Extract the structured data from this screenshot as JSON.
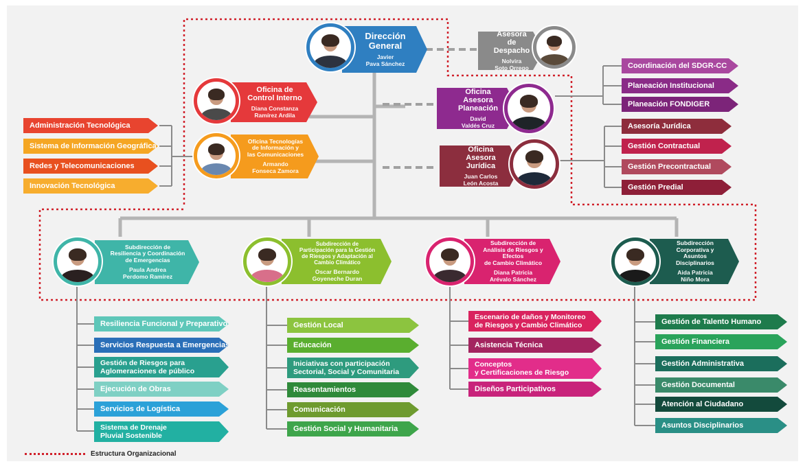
{
  "legend": {
    "label": "Estructura Organizacional"
  },
  "direccion": {
    "title": "Dirección\nGeneral",
    "name": "Javier\nPava Sánchez",
    "color": "#2f7fc1"
  },
  "asesora_despacho": {
    "title": "Asesora de\nDespacho",
    "name": "Nolvira\nSoto Orrego",
    "color": "#8a8a8a"
  },
  "control_interno": {
    "title": "Oficina de\nControl Interno",
    "name": "Diana Constanza\nRamírez Ardila",
    "color": "#e5393b"
  },
  "tic": {
    "title": "Oficina Tecnologías\nde Información y\nlas Comunicaciones",
    "name": "Armando\nFonseca Zamora",
    "color": "#f59b1d"
  },
  "asesora_planeacion": {
    "title": "Oficina Asesora\nPlaneación",
    "name": "David\nValdés Cruz",
    "color": "#8e2a8f"
  },
  "asesora_juridica": {
    "title": "Oficina\nAsesora Jurídica",
    "name": "Juan Carlos\nLeón Acosta",
    "color": "#8c2e3e"
  },
  "tic_items": [
    {
      "label": "Administración Tecnológica",
      "color": "#e8442f"
    },
    {
      "label": "Sistema de Información Geográfica",
      "color": "#f5a623"
    },
    {
      "label": "Redes y Telecomunicaciones",
      "color": "#e8501f"
    },
    {
      "label": "Innovación Tecnológica",
      "color": "#f7ad2e"
    }
  ],
  "planeacion_items": [
    {
      "label": "Coordinación del SDGR-CC",
      "color": "#a9489f"
    },
    {
      "label": "Planeación Institucional",
      "color": "#8a2b87"
    },
    {
      "label": "Planeación FONDIGER",
      "color": "#7c2479"
    }
  ],
  "juridica_items": [
    {
      "label": "Asesoría Jurídica",
      "color": "#8e2d3c"
    },
    {
      "label": "Gestión Contractual",
      "color": "#c0224d"
    },
    {
      "label": "Gestión Precontractual",
      "color": "#b04a5e"
    },
    {
      "label": "Gestión Predial",
      "color": "#8e1f38"
    }
  ],
  "sub_resiliencia": {
    "title": "Subdirección de\nResiliencia y Coordinación\nde Emergencias",
    "name": "Paula Andrea\nPerdomo Ramírez",
    "color": "#3fb5a8"
  },
  "sub_participacion": {
    "title": "Subdirección de\nParticipación para la Gestión\nde Riesgos y Adaptación al\nCambio Climático",
    "name": "Oscar Bernardo\nGoyeneche Duran",
    "color": "#8cbf2e"
  },
  "sub_analisis": {
    "title": "Subdirección de\nAnálisis de Riesgos y Efectos\nde Cambio Climático",
    "name": "Diana Patricia\nArévalo Sánchez",
    "color": "#d9236f"
  },
  "sub_corporativa": {
    "title": "Subdirección\nCorporativa y\nAsuntos Disciplinarios",
    "name": "Aida Patricia\nNiño Mora",
    "color": "#1d5c4f"
  },
  "resiliencia_items": [
    {
      "label": "Resiliencia Funcional y Preparativos",
      "color": "#5ec7b9"
    },
    {
      "label": "Servicios Respuesta a Emergencias",
      "color": "#2a6fb8"
    },
    {
      "label": "Gestión de Riesgos para\nAglomeraciones de público",
      "color": "#29a08f"
    },
    {
      "label": "Ejecución de Obras",
      "color": "#7fd0c4"
    },
    {
      "label": "Servicios de Logística",
      "color": "#2ba1d8"
    },
    {
      "label": "Sistema de Drenaje\nPluvial Sostenible",
      "color": "#22b0a2"
    }
  ],
  "participacion_items": [
    {
      "label": "Gestión Local",
      "color": "#8cc43f"
    },
    {
      "label": "Educación",
      "color": "#5aae2f"
    },
    {
      "label": "Iniciativas con participación\nSectorial, Social y Comunitaria",
      "color": "#2e9b7e"
    },
    {
      "label": "Reasentamientos",
      "color": "#2f8a3a"
    },
    {
      "label": "Comunicación",
      "color": "#6e9b2f"
    },
    {
      "label": "Gestión Social y Humanitaria",
      "color": "#3ea54b"
    }
  ],
  "analisis_items": [
    {
      "label": "Escenario de daños y Monitoreo\nde Riesgos y Cambio Climático",
      "color": "#d9235e"
    },
    {
      "label": "Asistencia Técnica",
      "color": "#a3245f"
    },
    {
      "label": "Conceptos\ny Certificaciones de Riesgo",
      "color": "#e22d8a"
    },
    {
      "label": "Diseños Participativos",
      "color": "#c8237b"
    }
  ],
  "corporativa_items": [
    {
      "label": "Gestión de Talento Humano",
      "color": "#1e7b4c"
    },
    {
      "label": "Gestión Financiera",
      "color": "#2aa35b"
    },
    {
      "label": "Gestión Administrativa",
      "color": "#1b6e5c"
    },
    {
      "label": "Gestión Documental",
      "color": "#3a8a6a"
    },
    {
      "label": "Atención al Ciudadano",
      "color": "#134a3c"
    },
    {
      "label": "Asuntos Disciplinarios",
      "color": "#2a8f86"
    }
  ]
}
